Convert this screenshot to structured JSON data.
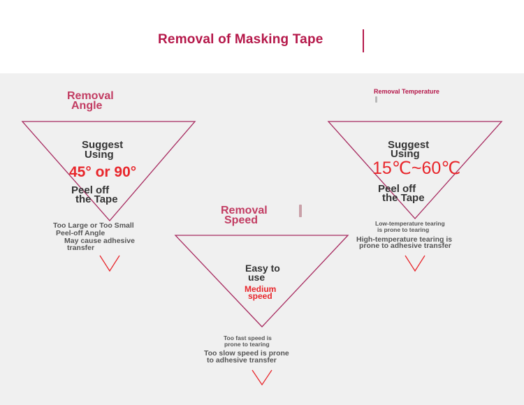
{
  "title": "Removal of Masking Tape",
  "colors": {
    "title": "#b5184a",
    "outline": "#a72a5f",
    "highlight": "#e8262b"
  },
  "angle": {
    "heading_1": "Removal",
    "heading_2": "Angle",
    "suggest_1": "Suggest",
    "suggest_2": "Using",
    "value": "45° or 90°",
    "peel_1": "Peel off",
    "peel_2": "the Tape",
    "note_1": "Too Large or Too Small",
    "note_2": "Peel-off Angle",
    "note_3": "May cause adhesive",
    "note_4": "transfer"
  },
  "speed": {
    "heading_1": "Removal",
    "heading_2": "Speed",
    "easy_1": "Easy to",
    "easy_2": "use",
    "value_1": "Medium",
    "value_2": "speed",
    "note_1": "Too fast speed is",
    "note_2": "prone to tearing",
    "note_3": "Too slow speed is prone",
    "note_4": "to adhesive transfer"
  },
  "temperature": {
    "heading": "Removal Temperature",
    "suggest_1": "Suggest",
    "suggest_2": "Using",
    "value": "15℃~60℃",
    "peel_1": "Peel off",
    "peel_2": "the Tape",
    "note_1": "Low-temperature tearing",
    "note_2": "is prone to tearing",
    "note_3": "High-temperature tearing is",
    "note_4": "prone to adhesive transfer"
  }
}
